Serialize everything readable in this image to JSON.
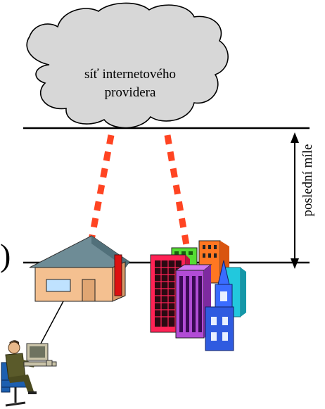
{
  "cloud": {
    "line1": "síť internetového",
    "line2": "providera"
  },
  "distance_label": "poslední míle",
  "edge_glyph": ")",
  "colors": {
    "cloud_fill": "#d7d7d7",
    "link": "#ff4422",
    "house_wall": "#f4c090",
    "house_roof": "#6e8c96",
    "chimney": "#dd1111"
  },
  "icons": [
    "cloud-icon",
    "house-icon",
    "office-buildings-icon",
    "person-at-computer-icon"
  ]
}
